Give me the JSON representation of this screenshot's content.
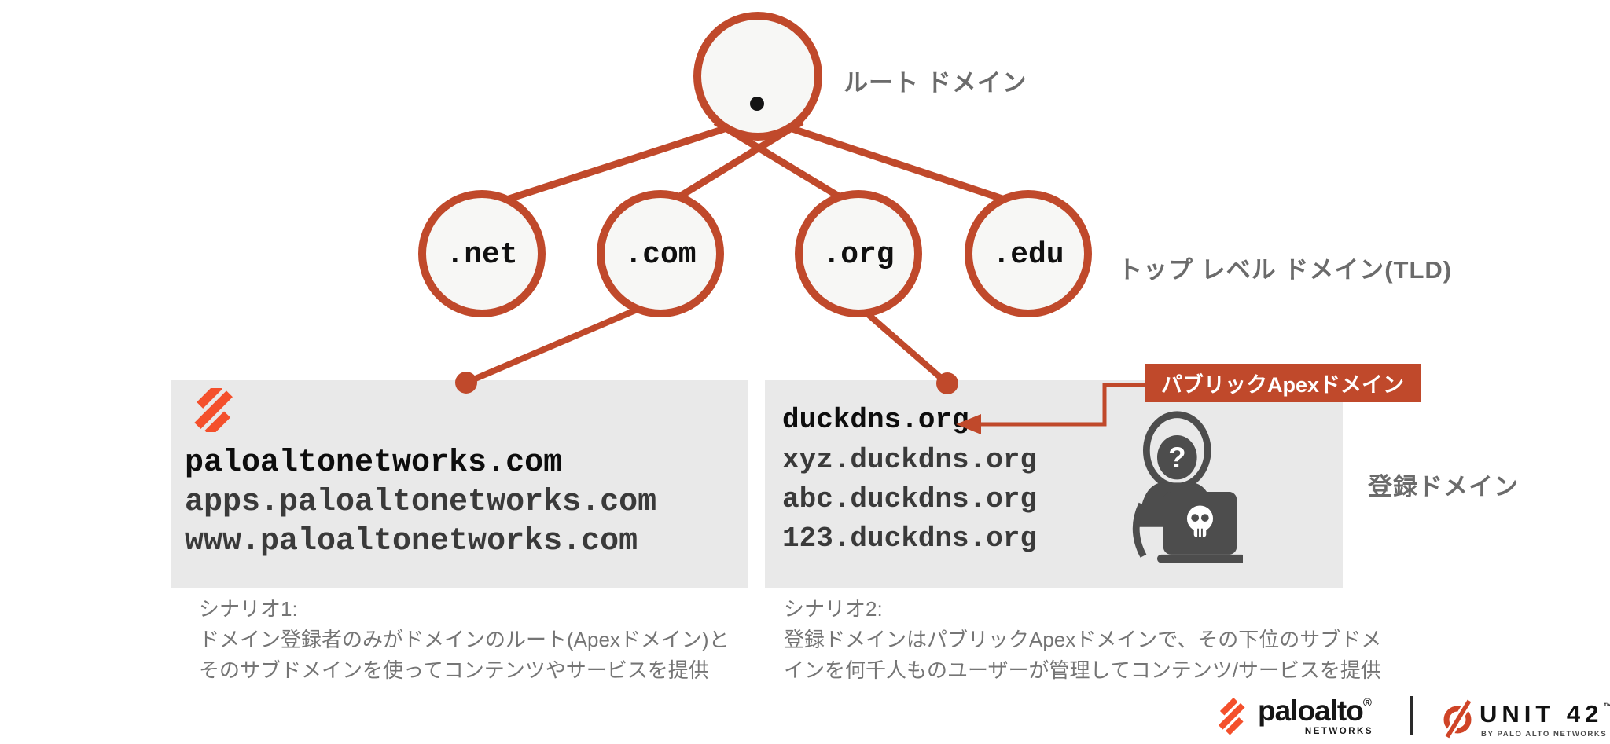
{
  "colors": {
    "accent_red": "#c0492b",
    "logo_orange": "#f4502c",
    "box_gray": "#e9e9e9",
    "label_gray": "#6b6b6b",
    "mono_black": "#0d0d0d",
    "mono_gray": "#3a3a3a",
    "hacker_icon_gray": "#4d4d4d"
  },
  "tree": {
    "root_label": "ルート ドメイン",
    "tld_row_label": "トップ レベル ドメイン(TLD)",
    "tlds": [
      {
        "label": ".net"
      },
      {
        "label": ".com"
      },
      {
        "label": ".org"
      },
      {
        "label": ".edu"
      }
    ]
  },
  "apex_callout": {
    "label": "パブリックApexドメイン"
  },
  "registered_label": "登録ドメイン",
  "left_box": {
    "domains": [
      "paloaltonetworks.com",
      "apps.paloaltonetworks.com",
      "www.paloaltonetworks.com"
    ]
  },
  "right_box": {
    "domains": [
      "duckdns.org",
      "xyz.duckdns.org",
      "abc.duckdns.org",
      "123.duckdns.org"
    ],
    "hacker_question": "?"
  },
  "scenario1": {
    "title": "シナリオ1:",
    "lines": [
      "ドメイン登録者のみがドメインのルート(Apexドメイン)と",
      "そのサブドメインを使ってコンテンツやサービスを提供"
    ]
  },
  "scenario2": {
    "title": "シナリオ2:",
    "lines": [
      "登録ドメインはパブリックApexドメインで、その下位のサブドメ",
      "インを何千人ものユーザーが管理してコンテンツ/サービスを提供"
    ]
  },
  "footer": {
    "brand": "paloalto",
    "brand_reg": "®",
    "brand_sub": "NETWORKS",
    "unit": "UNIT 42",
    "unit_tm": "™",
    "unit_sub": "BY PALO ALTO NETWORKS"
  }
}
